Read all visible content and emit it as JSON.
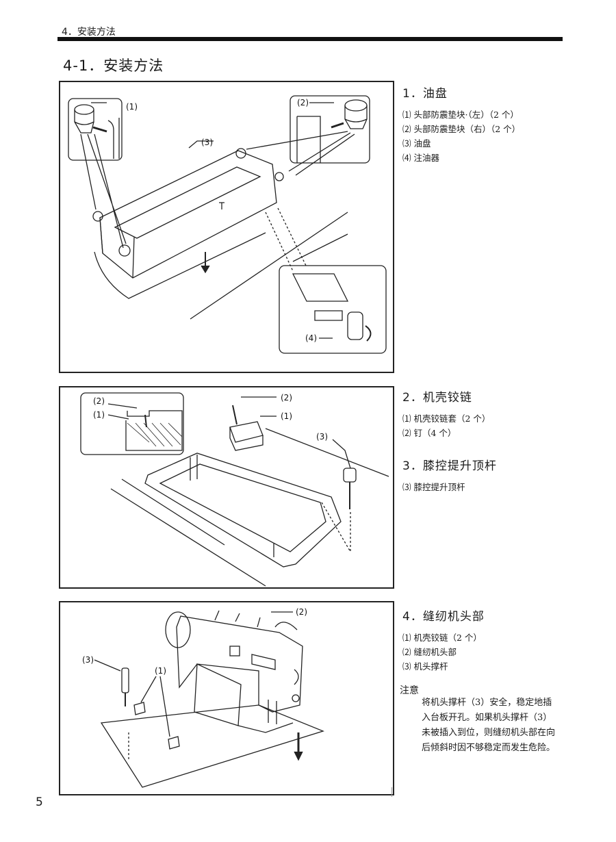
{
  "header": {
    "chapter": "4．安装方法"
  },
  "section_title": "4-1．安装方法",
  "steps": [
    {
      "title": "1．油盘",
      "items": [
        "⑴ 头部防震垫块·（左）（2 个）",
        "⑵ 头部防震垫块（右）（2 个）",
        "⑶ 油盘",
        "⑷ 注油器"
      ]
    },
    {
      "title": "2．机壳铰链",
      "items": [
        "⑴ 机壳铰链套（2 个）",
        "⑵ 钉（4 个）"
      ]
    },
    {
      "title": "3．膝控提升顶杆",
      "items": [
        "⑶ 膝控提升顶杆"
      ]
    },
    {
      "title": "4．缝纫机头部",
      "items": [
        "⑴ 机壳铰链（2 个）",
        "⑵ 缝纫机头部",
        "⑶ 机头撑杆"
      ]
    }
  ],
  "note": {
    "title": "注意",
    "body": "将机头撑杆（3）安全，稳定地插入台板开孔。如果机头撑杆（3）未被插入到位，则缝纫机头部在向后倾斜时因不够稳定而发生危险。"
  },
  "figure_labels": {
    "fig1": [
      "(1)",
      "(2)",
      "(3)",
      "(4)"
    ],
    "fig2": [
      "(2)",
      "(1)",
      "(2)",
      "(1)",
      "(3)"
    ],
    "fig3": [
      "(2)",
      "(3)",
      "(1)"
    ]
  },
  "page_number": "5"
}
